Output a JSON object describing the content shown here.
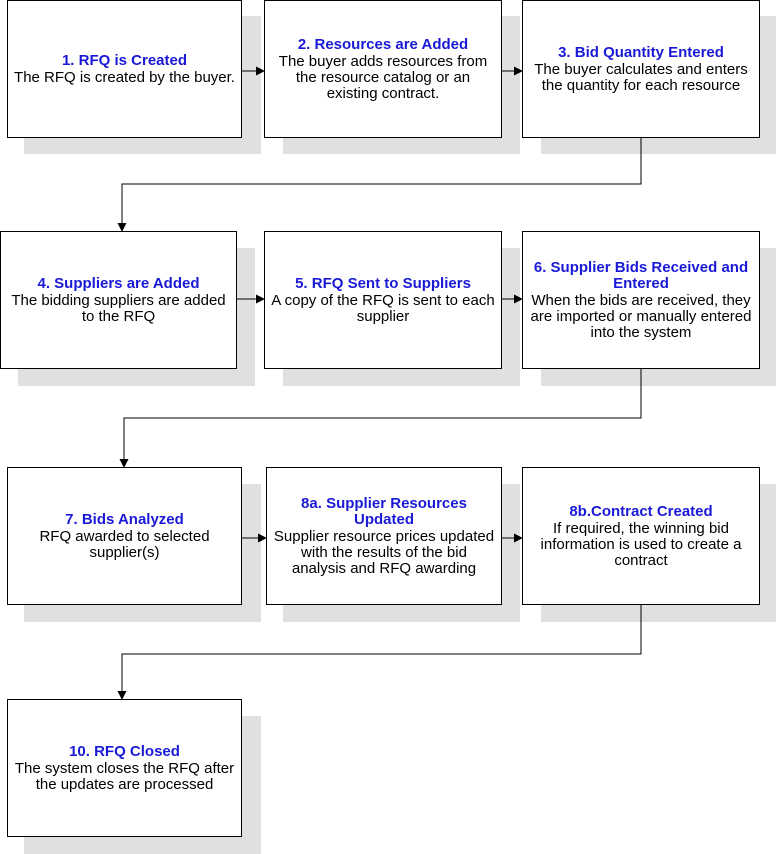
{
  "steps": [
    {
      "id": "s1",
      "title": "1. RFQ is Created",
      "desc": "The RFQ is created by the buyer."
    },
    {
      "id": "s2",
      "title": "2. Resources are Added",
      "desc": "The buyer adds resources from the resource catalog or an existing contract."
    },
    {
      "id": "s3",
      "title": "3. Bid Quantity Entered",
      "desc": "The buyer calculates and enters the quantity for each resource"
    },
    {
      "id": "s4",
      "title": "4. Suppliers are Added",
      "desc": "The bidding suppliers are added to the RFQ"
    },
    {
      "id": "s5",
      "title": "5. RFQ Sent to Suppliers",
      "desc": "A copy of the RFQ is sent to each supplier"
    },
    {
      "id": "s6",
      "title": "6. Supplier Bids Received and Entered",
      "desc": "When the bids are received, they are imported or manually entered into the system"
    },
    {
      "id": "s7",
      "title": "7. Bids Analyzed",
      "desc": "RFQ awarded to selected supplier(s)"
    },
    {
      "id": "s8a",
      "title": "8a. Supplier Resources Updated",
      "desc": "Supplier resource prices updated with the results of the bid analysis and RFQ awarding"
    },
    {
      "id": "s8b",
      "title": "8b.Contract Created",
      "desc": "If required, the winning bid information is used to create a contract"
    },
    {
      "id": "s10",
      "title": "10. RFQ Closed",
      "desc": "The system closes the RFQ after the updates are processed"
    }
  ],
  "colors": {
    "title": "#1a1ad6",
    "shadow": "#e0e0e0",
    "border": "#000000"
  }
}
